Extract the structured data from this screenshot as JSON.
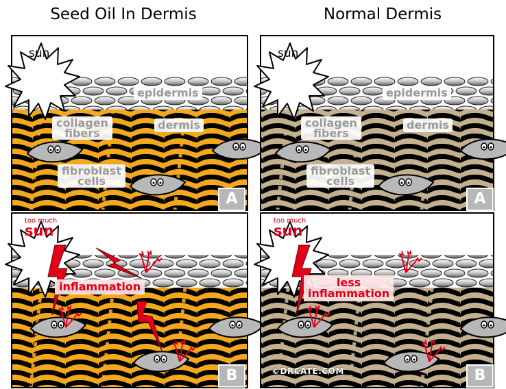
{
  "columns": [
    {
      "title": "Seed Oil In Dermis",
      "fiber_color": "#f4a81d"
    },
    {
      "title": "Normal Dermis",
      "fiber_color": "#c3b08e"
    }
  ],
  "labels": {
    "sun": "sun",
    "epidermis": "epidermis",
    "dermis": "dermis",
    "collagen_line1": "collagen",
    "collagen_line2": "fibers",
    "fibroblast_line1": "fibroblast",
    "fibroblast_line2": "cells",
    "too_much": "too much",
    "sun_red": "sun",
    "inflammation": "inflammation",
    "less": "less",
    "panel_a": "A",
    "panel_b": "B"
  },
  "copyright": "©DRCATE.COM",
  "colors": {
    "inflammation": "#e3001b",
    "cell_gray": "#b8b8b8",
    "stripe": "#000000"
  }
}
